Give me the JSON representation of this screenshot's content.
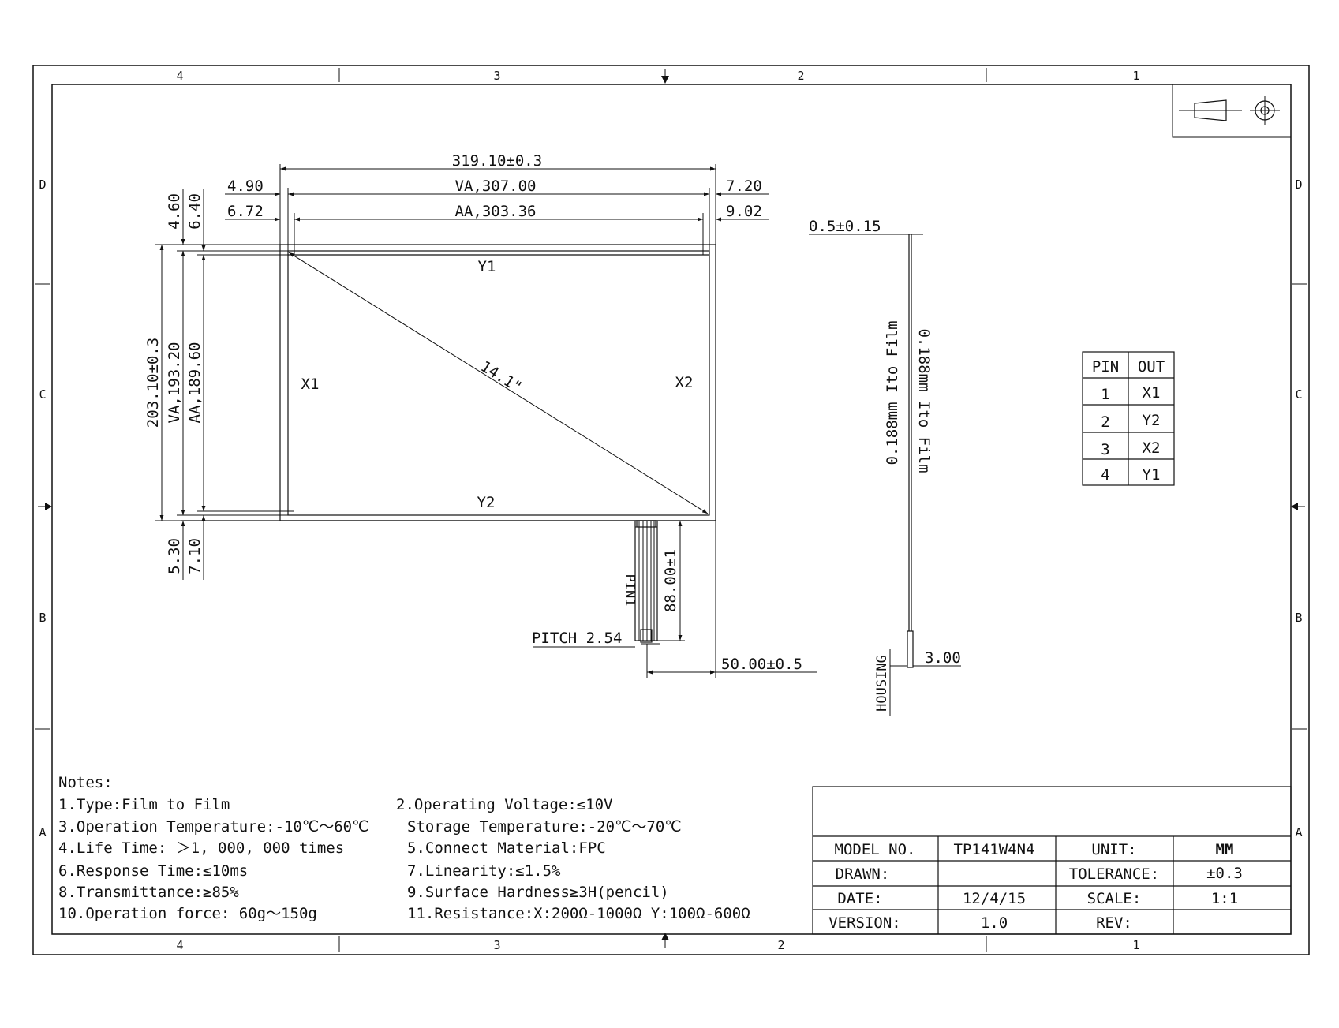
{
  "zones": {
    "columns_top": [
      "4",
      "3",
      "2",
      "1"
    ],
    "columns_bottom": [
      "4",
      "3",
      "2",
      "1"
    ],
    "rows_left": [
      "D",
      "C",
      "B",
      "A"
    ],
    "rows_right": [
      "D",
      "C",
      "B",
      "A"
    ]
  },
  "panel": {
    "width": "319.10±0.3",
    "va_width": "VA,307.00",
    "aa_width": "AA,303.36",
    "left_edge_va": "4.90",
    "left_edge_aa": "6.72",
    "right_edge_va": "7.20",
    "right_edge_aa": "9.02",
    "top_edge_va": "4.60",
    "top_edge_aa": "6.40",
    "height": "203.10±0.3",
    "va_height": "VA,193.20",
    "aa_height": "AA,189.60",
    "bottom_edge_va": "5.30",
    "bottom_edge_aa": "7.10",
    "label_y1": "Y1",
    "label_y2": "Y2",
    "label_x1": "X1",
    "label_x2": "X2",
    "diagonal": "14.1\""
  },
  "fpc": {
    "length": "88.00±1",
    "pin1": "PIN1",
    "pitch": "PITCH 2.54",
    "offset": "50.00±0.5"
  },
  "side_view": {
    "thickness": "0.5±0.15",
    "film_left": "0.188mm Ito Film",
    "film_right": "0.188mm Ito Film",
    "housing": "HOUSING",
    "housing_dim": "3.00"
  },
  "pin_table": {
    "headers": [
      "PIN",
      "OUT"
    ],
    "rows": [
      [
        "1",
        "X1"
      ],
      [
        "2",
        "Y2"
      ],
      [
        "3",
        "X2"
      ],
      [
        "4",
        "Y1"
      ]
    ]
  },
  "notes": {
    "title": "Notes:",
    "left": [
      "1.Type:Film to Film",
      "3.Operation Temperature:-10℃～60℃",
      "4.Life Time: ＞1, 000, 000 times",
      "6.Response Time:≤10ms",
      "8.Transmittance:≥85%",
      "10.Operation force: 60g～150g"
    ],
    "right": [
      "2.Operating Voltage:≤10V",
      "Storage Temperature:-20℃～70℃",
      "5.Connect Material:FPC",
      "7.Linearity:≤1.5%",
      "9.Surface Hardness≥3H(pencil)",
      "11.Resistance:X:200Ω-1000Ω  Y:100Ω-600Ω"
    ]
  },
  "title_block": {
    "model_label": "MODEL NO.",
    "model_value": "TP141W4N4",
    "unit_label": "UNIT:",
    "unit_value": "MM",
    "drawn_label": "DRAWN:",
    "drawn_value": "",
    "tolerance_label": "TOLERANCE:",
    "tolerance_value": "±0.3",
    "date_label": "DATE:",
    "date_value": "12/4/15",
    "scale_label": "SCALE:",
    "scale_value": "1:1",
    "version_label": "VERSION:",
    "version_value": "1.0",
    "rev_label": "REV:",
    "rev_value": ""
  }
}
